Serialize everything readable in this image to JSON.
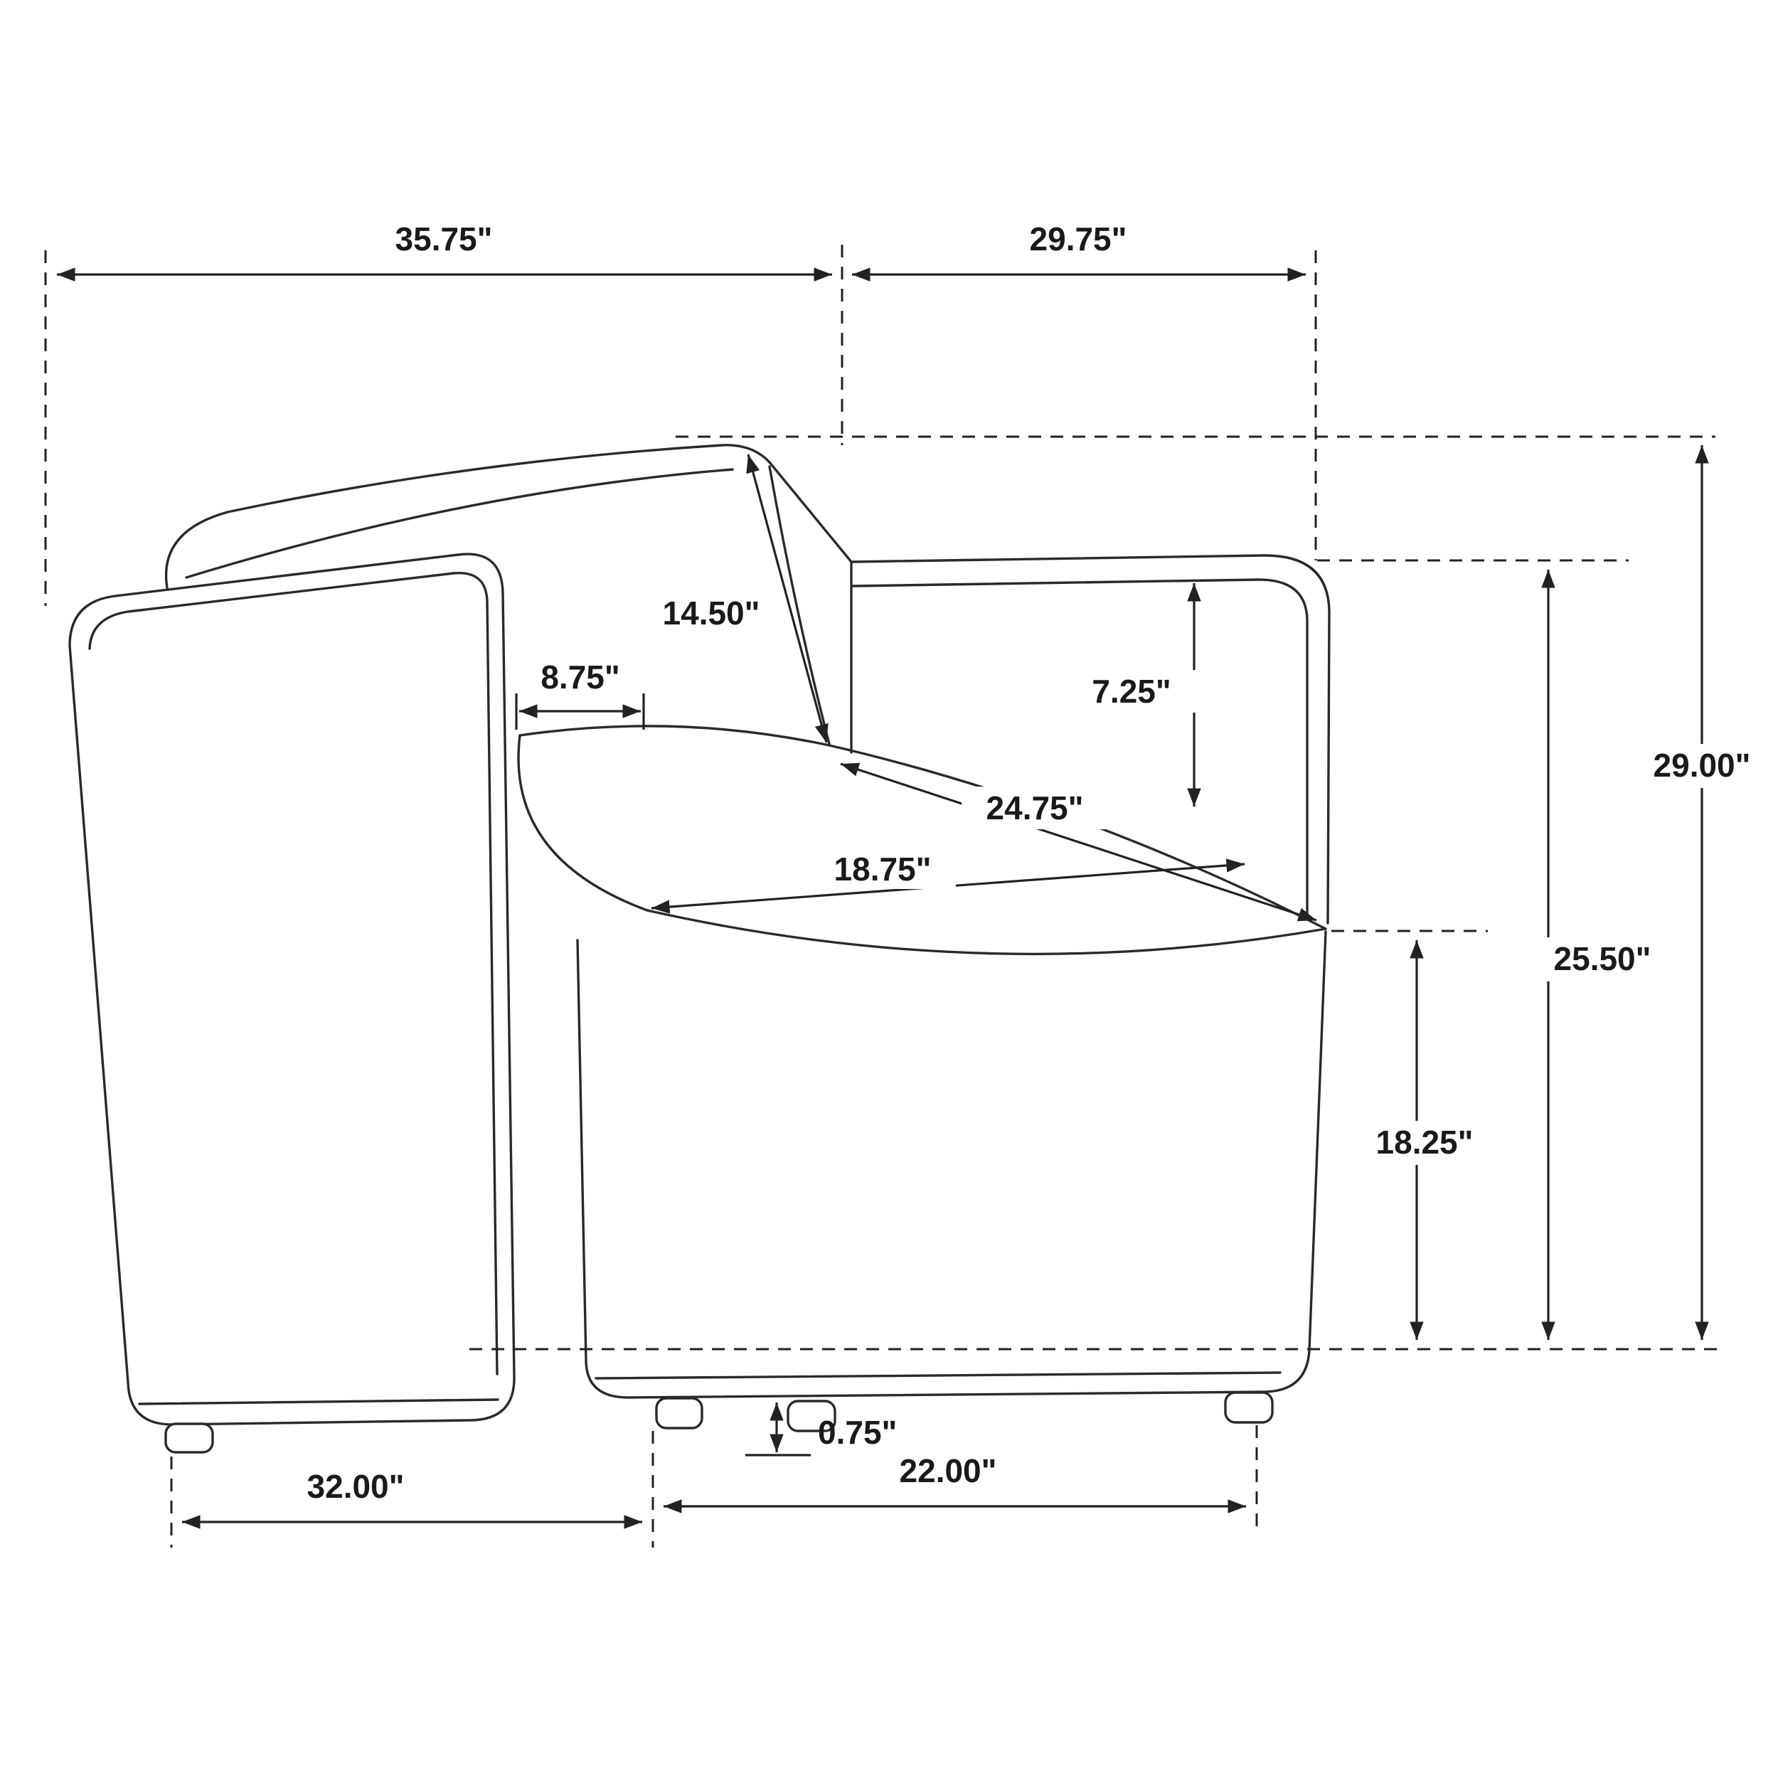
{
  "figure": {
    "kind": "furniture-dimension-diagram",
    "subject": "accent armchair technical line drawing with measurements"
  },
  "colors": {
    "line": "#2a2a2a",
    "dimension": "#222222",
    "text": "#1a1a1a",
    "background": "#ffffff"
  },
  "dimensions": {
    "overall_depth_top": "35.75\"",
    "overall_width_top": "29.75\"",
    "back_cushion_length": "14.50\"",
    "arm_thickness": "8.75\"",
    "arm_to_seat_height": "7.25\"",
    "overall_height": "29.00\"",
    "seat_depth_diagonal": "24.75\"",
    "seat_width": "18.75\"",
    "arm_height": "25.50\"",
    "side_height": "18.25\"",
    "leg_height": "0.75\"",
    "base_depth_bottom": "32.00\"",
    "base_width_bottom": "22.00\""
  }
}
